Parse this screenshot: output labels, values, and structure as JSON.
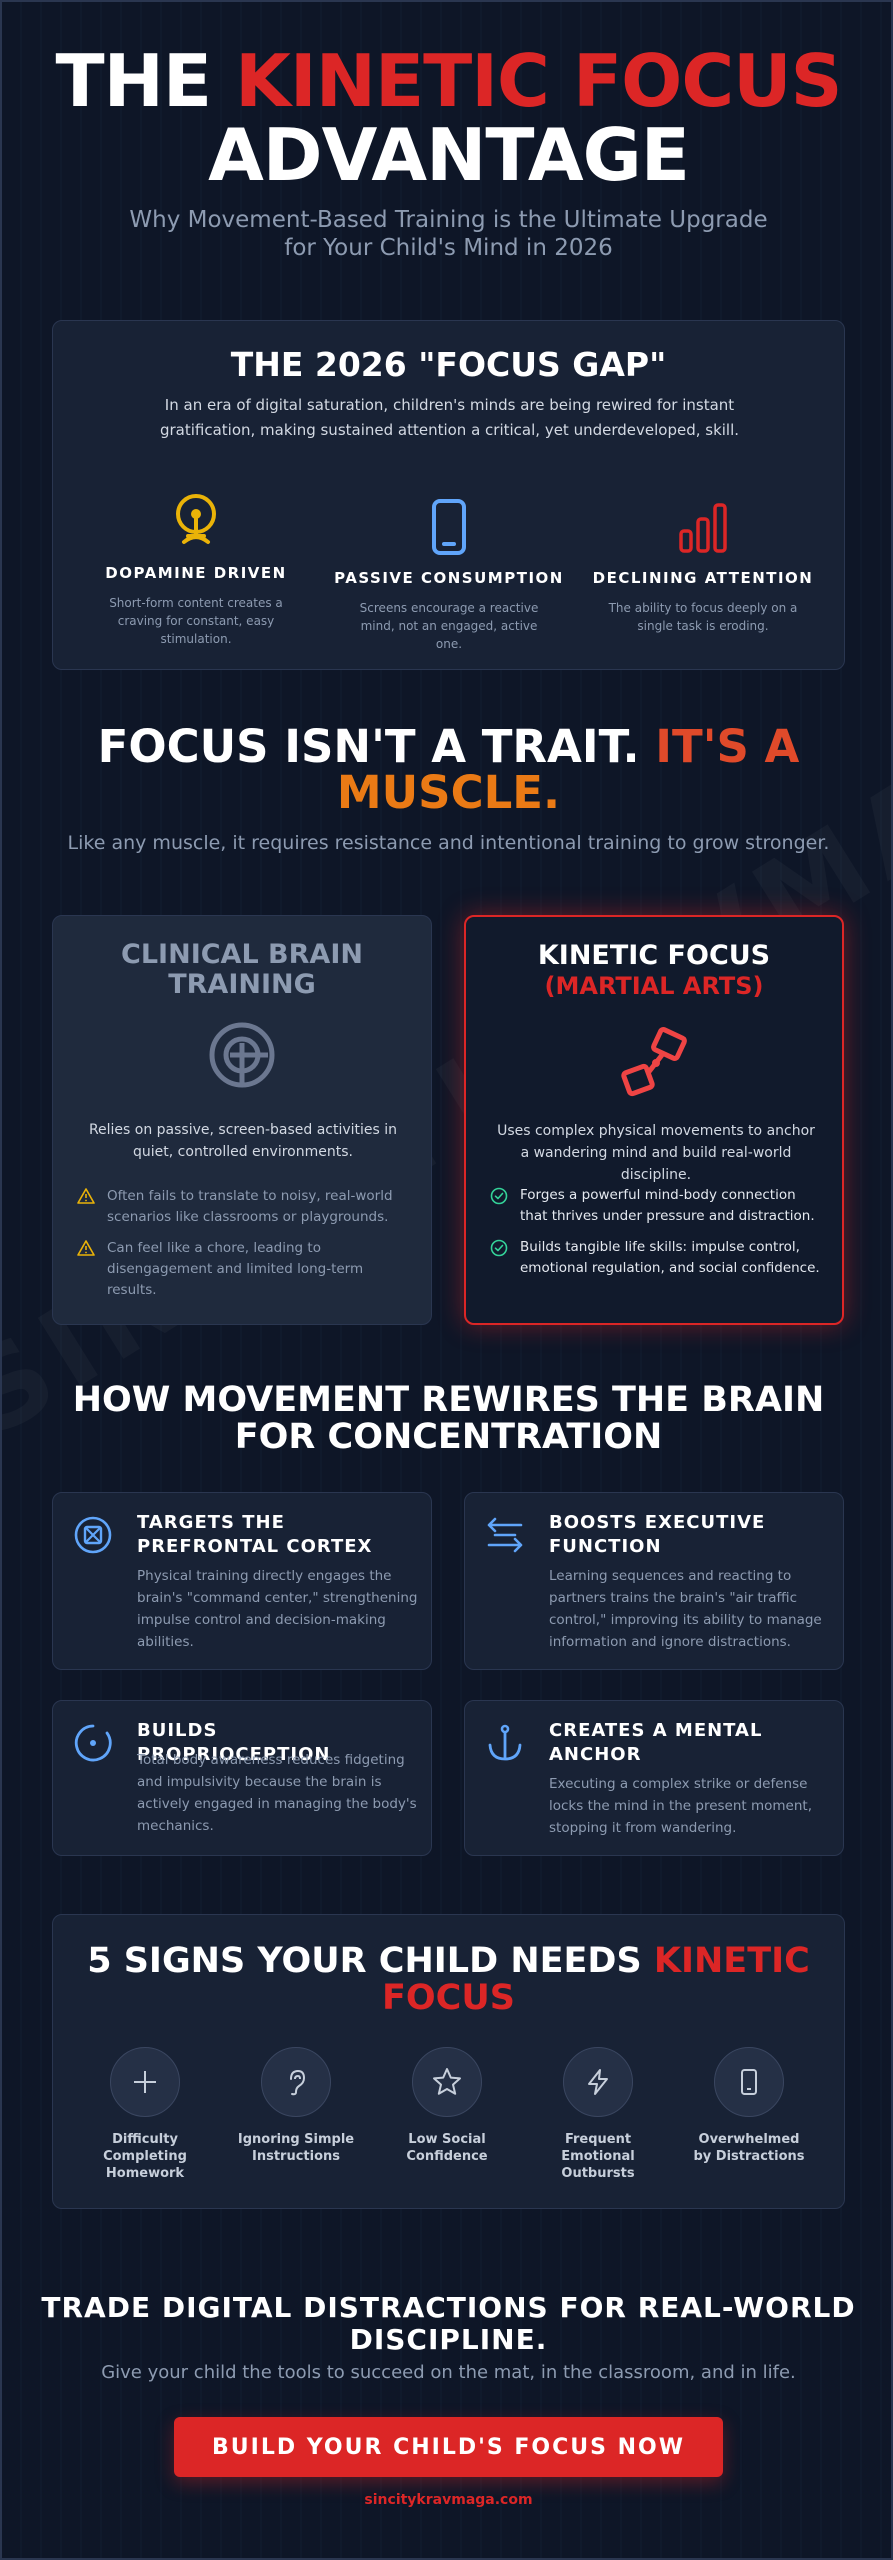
{
  "colors": {
    "background": "#0e1627",
    "accent_red": "#dc2626",
    "accent_orange": "#ea7a15",
    "gold": "#eab308",
    "blue": "#60a5fa",
    "green": "#34d399"
  },
  "watermark": "SINCITYKRAVMAGA.COM",
  "hero": {
    "title_pre": "THE ",
    "title_accent": "KINETIC FOCUS",
    "title_line2": "ADVANTAGE",
    "subtitle_line1": "Why Movement-Based Training is the Ultimate Upgrade",
    "subtitle_line2": "for Your Child's Mind in 2026"
  },
  "focus_gap": {
    "title": "THE 2026 \"FOCUS GAP\"",
    "description": "In an era of digital saturation, children's minds are being rewired for instant gratification, making sustained attention a critical, yet underdeveloped, skill.",
    "items": [
      {
        "icon": "dopamine-icon",
        "title": "DOPAMINE DRIVEN",
        "text": "Short-form content creates a craving for constant, easy stimulation."
      },
      {
        "icon": "smartphone-icon",
        "title": "PASSIVE CONSUMPTION",
        "text": "Screens encourage a reactive mind, not an engaged, active one."
      },
      {
        "icon": "bar-chart-icon",
        "title": "DECLINING ATTENTION",
        "text": "The ability to focus deeply on a single task is eroding."
      }
    ]
  },
  "muscle": {
    "title_pre": "FOCUS ISN'T A TRAIT. ",
    "title_red": "IT'S A",
    "title_orange": "MUSCLE.",
    "subtitle": "Like any muscle, it requires resistance and intentional training to grow stronger."
  },
  "compare": {
    "left": {
      "title_line1": "CLINICAL BRAIN",
      "title_line2": "TRAINING",
      "icon": "target-icon",
      "description": "Relies on passive, screen-based activities in quiet, controlled environments.",
      "bullets": [
        "Often fails to translate to noisy, real-world scenarios like classrooms or playgrounds.",
        "Can feel like a chore, leading to disengagement and limited long-term results."
      ]
    },
    "right": {
      "title_line1": "KINETIC FOCUS",
      "title_line2": "(MARTIAL ARTS)",
      "icon": "martial-arts-icon",
      "description": "Uses complex physical movements to anchor a wandering mind and build real-world discipline.",
      "bullets": [
        "Forges a powerful mind-body connection that thrives under pressure and distraction.",
        "Builds tangible life skills: impulse control, emotional regulation, and social confidence."
      ]
    }
  },
  "rewire": {
    "title_line1": "HOW MOVEMENT REWIRES THE BRAIN",
    "title_line2": "FOR CONCENTRATION",
    "features": [
      {
        "icon": "brain-icon",
        "title": "TARGETS THE PREFRONTAL CORTEX",
        "text": "Physical training directly engages the brain's \"command center,\" strengthening impulse control and decision-making abilities."
      },
      {
        "icon": "arrows-icon",
        "title": "BOOSTS EXECUTIVE FUNCTION",
        "text": "Learning sequences and reacting to partners trains the brain's \"air traffic control,\" improving its ability to manage information and ignore distractions."
      },
      {
        "icon": "proprioception-icon",
        "title": "BUILDS PROPRIOCEPTION",
        "text": "Total body awareness reduces fidgeting and impulsivity because the brain is actively engaged in managing the body's mechanics."
      },
      {
        "icon": "anchor-icon",
        "title": "CREATES A MENTAL ANCHOR",
        "text": "Executing a complex strike or defense locks the mind in the present moment, stopping it from wandering."
      }
    ]
  },
  "signs": {
    "title_pre": "5 SIGNS YOUR CHILD NEEDS ",
    "title_red1": "KINETIC",
    "title_red2": "FOCUS",
    "items": [
      {
        "icon": "plus-icon",
        "label": "Difficulty Completing Homework"
      },
      {
        "icon": "ear-icon",
        "label": "Ignoring Simple Instructions"
      },
      {
        "icon": "star-icon",
        "label": "Low Social Confidence"
      },
      {
        "icon": "lightning-icon",
        "label": "Frequent Emotional Outbursts"
      },
      {
        "icon": "tablet-icon",
        "label": "Overwhelmed by Distractions"
      }
    ]
  },
  "cta": {
    "title_line1": "TRADE DIGITAL DISTRACTIONS FOR REAL-WORLD",
    "title_line2": "DISCIPLINE.",
    "subtitle": "Give your child the tools to succeed on the mat, in the classroom, and in life.",
    "button": "BUILD YOUR CHILD'S FOCUS NOW",
    "website": "sincitykravmaga.com"
  }
}
